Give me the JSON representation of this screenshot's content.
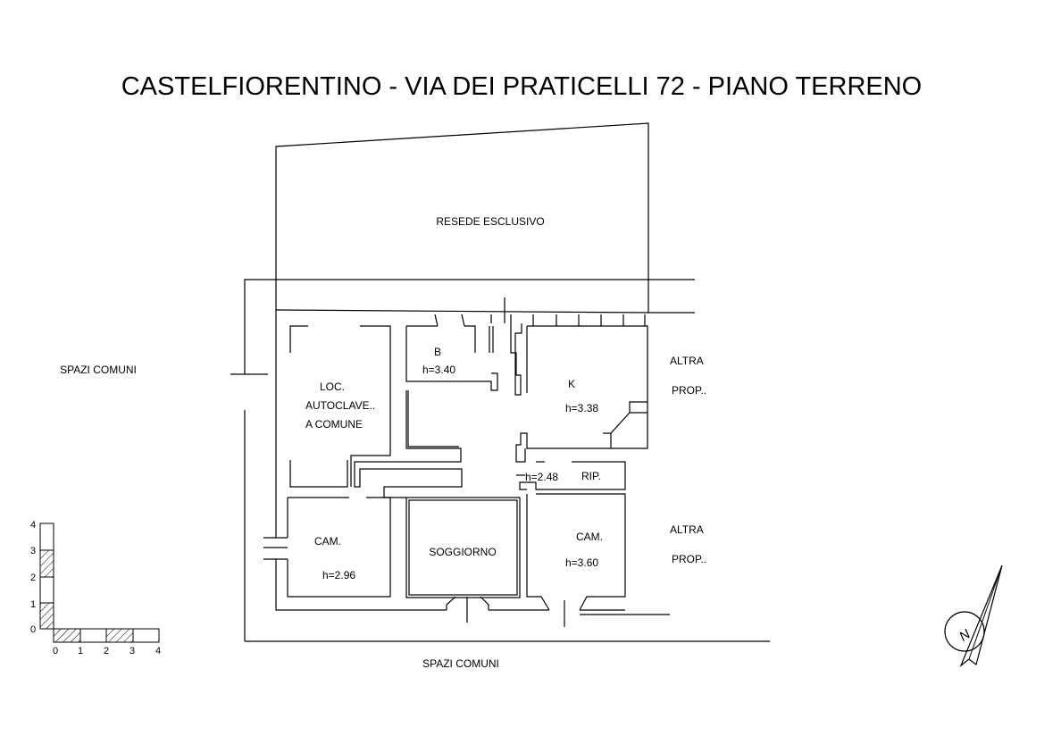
{
  "title": "CASTELFIORENTINO - VIA DEI PRATICELLI  72 - PIANO TERRENO",
  "labels": {
    "resede": "RESEDE ESCLUSIVO",
    "spazi_comuni_left": "SPAZI COMUNI",
    "spazi_comuni_bottom": "SPAZI COMUNI",
    "altra_1": "ALTRA",
    "prop_1": "PROP..",
    "altra_2": "ALTRA",
    "prop_2": "PROP.."
  },
  "rooms": {
    "loc_1": "LOC.",
    "loc_2": "AUTOCLAVE..",
    "loc_3": "A COMUNE",
    "bagno": "B",
    "bagno_h": "h=3.40",
    "cucina": "K",
    "cucina_h": "h=3.38",
    "corridoio_h": "h=2.48",
    "rip": "RIP.",
    "cam_left": "CAM.",
    "cam_left_h": "h=2.96",
    "soggiorno": "SOGGIORNO",
    "cam_right": "CAM.",
    "cam_right_h": "h=3.60"
  },
  "scale": {
    "x_ticks": [
      "0",
      "1",
      "2",
      "3",
      "4"
    ],
    "y_ticks": [
      "0",
      "1",
      "2",
      "3",
      "4"
    ]
  },
  "compass": {
    "letter": "N"
  }
}
